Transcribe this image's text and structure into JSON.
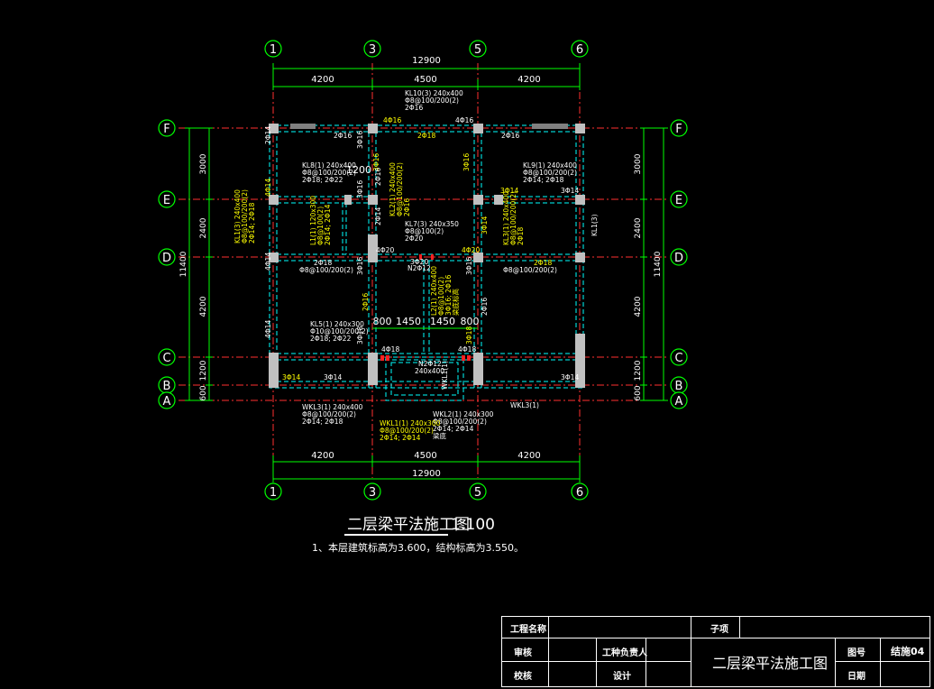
{
  "drawing": {
    "axes_x": [
      "1",
      "3",
      "5",
      "6"
    ],
    "axes_y": [
      "F",
      "E",
      "D",
      "C",
      "B",
      "A"
    ],
    "dims_top_total": "12900",
    "dims_top": [
      "4200",
      "4500",
      "4200"
    ],
    "dims_bottom": [
      "4200",
      "4500",
      "4200"
    ],
    "dims_bottom_total": "12900",
    "dims_left": [
      "3000",
      "2400",
      "4200",
      "1200",
      "600"
    ],
    "dims_left_total": "11400",
    "dims_right": [
      "3000",
      "2400",
      "4200",
      "1200",
      "600"
    ],
    "dims_right_total": "11400",
    "dims_mid": [
      "800",
      "1450",
      "1450",
      "800"
    ],
    "callout_dim": "1200",
    "beam_labels": {
      "kl10": [
        "KL10(3) 240x400",
        "Φ8@100/200(2)",
        "2Φ16"
      ],
      "kl8": [
        "KL8(1) 240x400",
        "Φ8@100/200(2)",
        "2Φ18; 2Φ22"
      ],
      "kl9": [
        "KL9(1) 240x400",
        "Φ8@100/200(2)",
        "2Φ14; 2Φ18"
      ],
      "kl7": [
        "KL7(3) 240x350",
        "Φ8@100(2)",
        "2Φ20"
      ],
      "kl5": [
        "KL5(1) 240x300",
        "Φ10@100/200(2)",
        "2Φ18; 2Φ22"
      ],
      "wkl3a": [
        "WKL3(1) 240x400",
        "Φ8@100/200(2)",
        "2Φ14; 2Φ18"
      ],
      "wkl1": [
        "WKL1(1) 240x300",
        "Φ8@100/200(2)",
        "2Φ14; 2Φ14"
      ],
      "wkl2": [
        "WKL2(1) 240x300",
        "Φ8@100/200(2)",
        "2Φ14; 2Φ14",
        "梁底"
      ],
      "wkl3b": "WKL3(1)",
      "kl1_left": [
        "KL1(3) 240x400",
        "Φ8@100/200(2)",
        "2Φ14; 2Φ18"
      ],
      "l1": [
        "L1(1) 120x300",
        "Φ8@100(2)",
        "2Φ14; 2Φ14"
      ],
      "kl2": [
        "KL2(1) 240x400",
        "Φ8@100/200(2)",
        "2Φ16"
      ],
      "kl3": [
        "KL3(1) 240x400",
        "Φ8@100/200(2)",
        "2Φ18"
      ],
      "l2": [
        "L2(1) 240x400",
        "Φ8@100(2)",
        "3Φ16; 2Φ16",
        "梁底标高"
      ],
      "kl1_right": "KL1(3)",
      "wkl1v": "WKL1(1)",
      "n2": "N2Φ12",
      "n2b": "N2Φ12",
      "n2b_size": "240x400",
      "stir_left": "Φ8@100/200(2)",
      "stir_right": "Φ8@100/200(2)"
    },
    "bar_labels": [
      "4Φ16",
      "4Φ16",
      "2Φ16",
      "2Φ18",
      "2Φ16",
      "3Φ16",
      "3Φ16",
      "2Φ16",
      "3Φ16",
      "3Φ14",
      "3Φ14",
      "2Φ14",
      "4Φ14",
      "4Φ14",
      "4Φ20",
      "4Φ20",
      "3Φ20",
      "2Φ18",
      "2Φ18",
      "3Φ16",
      "3Φ16",
      "2Φ16",
      "2Φ16",
      "3Φ18",
      "3Φ18",
      "4Φ18",
      "4Φ18",
      "3Φ14",
      "3Φ14",
      "3Φ14",
      "3Φ16",
      "4Φ14",
      "2Φ14",
      "3Φ14"
    ],
    "title": "二层梁平法施工图",
    "scale": "1:100",
    "note": "1、本层建筑标高为3.600，结构标高为3.550。"
  },
  "title_block": {
    "project_name_label": "工程名称",
    "sub_item_label": "子项",
    "review_label": "审核",
    "project_lead_label": "工种负责人",
    "check_label": "校核",
    "design_label": "设计",
    "drawing_title": "二层梁平法施工图",
    "drawing_no_label": "图号",
    "drawing_no": "结施04",
    "date_label": "日期"
  },
  "colors": {
    "grid": "#ff3030",
    "dim": "#00ff00",
    "wall": "#00ffff",
    "beam_text": "#ffffff",
    "rebar_text": "#ffff00",
    "column": "#c0c0c0"
  }
}
